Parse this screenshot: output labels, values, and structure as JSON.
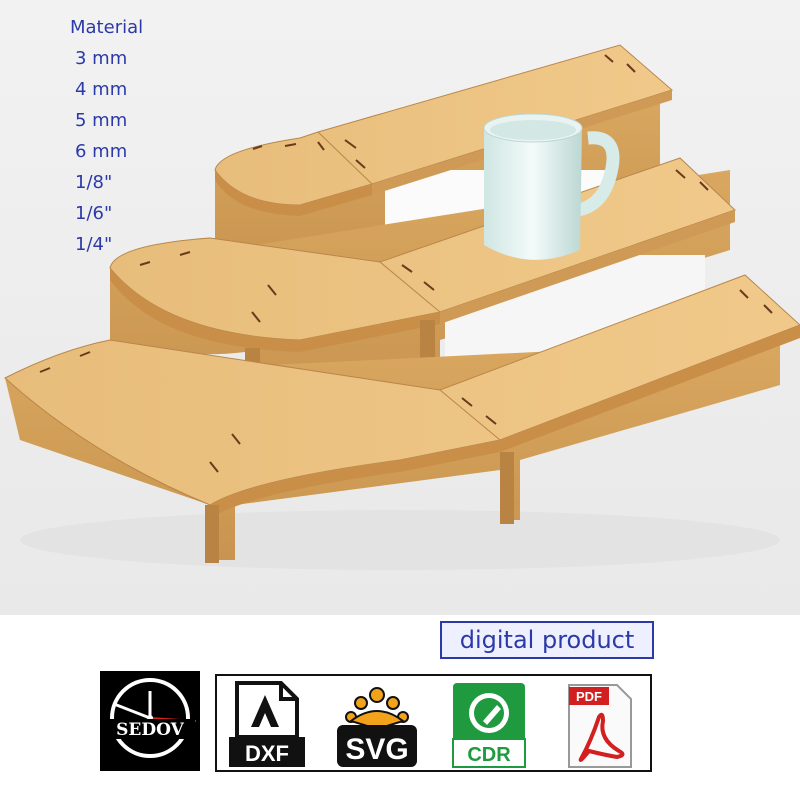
{
  "material": {
    "title": "Material",
    "options": [
      "3 mm",
      "4 mm",
      "5 mm",
      "6 mm",
      "1/8\"",
      "1/6\"",
      "1/4\""
    ]
  },
  "badge": {
    "label": "digital product"
  },
  "logo": {
    "brand": "SEDOV"
  },
  "formats": [
    {
      "label": "DXF",
      "icon": "dxf-file-icon"
    },
    {
      "label": "SVG",
      "icon": "svg-file-icon"
    },
    {
      "label": "CDR",
      "icon": "cdr-file-icon"
    },
    {
      "label": "PDF",
      "icon": "pdf-file-icon"
    }
  ],
  "colors": {
    "wood": "#e2b572",
    "wood_dark": "#c8944f",
    "text_blue": "#2b3aa8"
  }
}
